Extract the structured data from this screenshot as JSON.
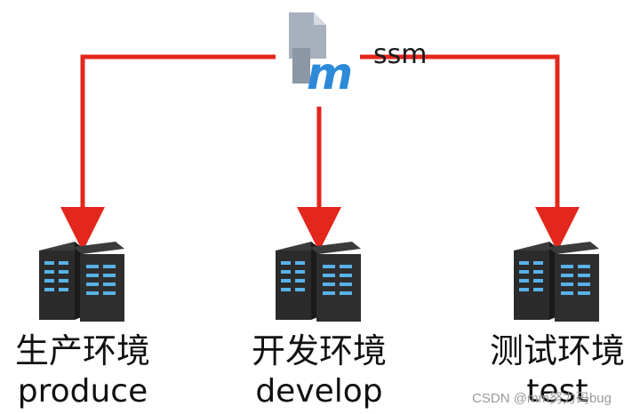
{
  "project": {
    "name": "ssm",
    "icon": "maven-m-icon"
  },
  "colors": {
    "arrow": "#e3271c",
    "server_dark": "#2b2b2b",
    "server_light": "#58b2e8",
    "icon_gray": "#a7b1bd",
    "icon_blue": "#2d8ad9"
  },
  "environments": [
    {
      "zh": "生产环境",
      "en": "produce",
      "icon": "server-rack-icon"
    },
    {
      "zh": "开发环境",
      "en": "develop",
      "icon": "server-rack-icon"
    },
    {
      "zh": "测试环境",
      "en": "test",
      "icon": "server-rack-icon"
    }
  ],
  "watermark": "CSDN @mm努力码bug"
}
